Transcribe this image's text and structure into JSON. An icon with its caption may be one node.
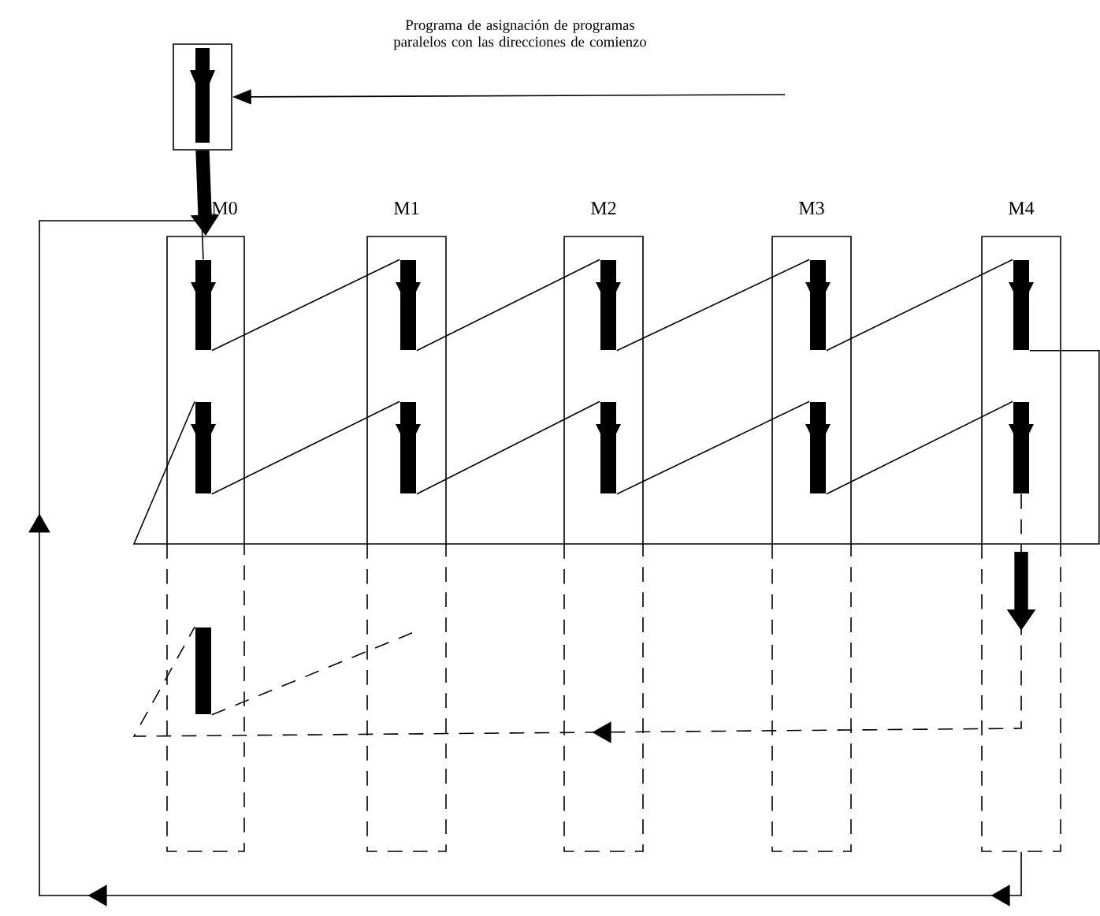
{
  "diagram": {
    "nodes": [
      {
        "text": [],
        "shape": "box"
      },
      {
        "text": [
          "M0"
        ]
      },
      {
        "text": [],
        "shape": "bar",
        "in": 1
      },
      {
        "text": [],
        "shape": "bar",
        "in": 1
      },
      {
        "text": [
          "M1"
        ]
      },
      {
        "text": [],
        "shape": "bar",
        "in": 4
      },
      {
        "text": [],
        "shape": "bar",
        "in": 4
      },
      {
        "text": [
          "M2"
        ]
      },
      {
        "text": [],
        "shape": "bar",
        "in": 7
      },
      {
        "text": [],
        "shape": "bar",
        "in": 7
      },
      {
        "text": [
          "M3"
        ]
      },
      {
        "text": [],
        "shape": "bar",
        "in": 10
      },
      {
        "text": [],
        "shape": "bar",
        "in": 10
      },
      {
        "text": [
          "M4"
        ]
      },
      {
        "text": [],
        "shape": "bar",
        "in": 13
      },
      {
        "text": [],
        "shape": "bar",
        "in": 13
      },
      {
        "text": [],
        "shape": "bar",
        "in": 1
      }
    ],
    "edges": [
      {
        "from": null,
        "to": 0,
        "arrow": "to",
        "label": "Programa de asignación de programas paralelos con las direcciones de comienzo"
      },
      {
        "from": 0,
        "to": 1,
        "arrow": "to",
        "style": "thick"
      },
      {
        "from": 2,
        "to": 5,
        "arrow": "none"
      },
      {
        "from": 5,
        "to": 8,
        "arrow": "none"
      },
      {
        "from": 8,
        "to": 11,
        "arrow": "none"
      },
      {
        "from": 11,
        "to": 14,
        "arrow": "none"
      },
      {
        "from": 3,
        "to": 6,
        "arrow": "none"
      },
      {
        "from": 6,
        "to": 9,
        "arrow": "none"
      },
      {
        "from": 9,
        "to": 12,
        "arrow": "none"
      },
      {
        "from": 12,
        "to": 15,
        "arrow": "none"
      },
      {
        "from": 14,
        "to": 3,
        "arrow": "none"
      },
      {
        "from": 15,
        "to": 16,
        "arrow": "to",
        "style": "dashed"
      },
      {
        "from": 16,
        "to": null,
        "arrow": "none",
        "style": "dashed"
      },
      {
        "from": 13,
        "to": 2,
        "arrow": "to"
      }
    ]
  }
}
